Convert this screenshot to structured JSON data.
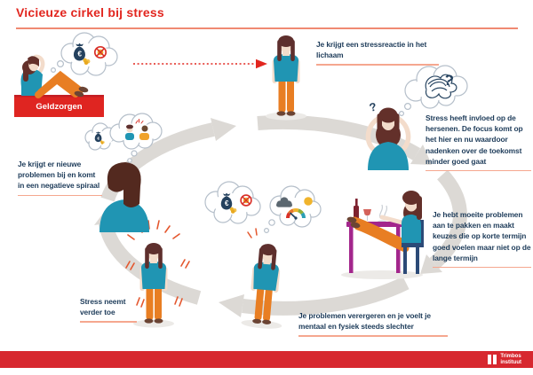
{
  "title": "Vicieuze cirkel bij stress",
  "trigger": {
    "label": "Geldzorgen"
  },
  "steps": {
    "stress_reaction": "Je krijgt een stressreactie in het lichaam",
    "brain_focus": "Stress heeft invloed op de hersenen. De focus komt op het hier en nu waardoor nadenken over de toekomst minder goed gaat",
    "short_term_choices": "Je hebt moeite problemen aan te pakken en maakt keuzes die op korte termijn goed voelen maar niet op de lange termijn",
    "problems_worsen": "Je problemen verergeren en je voelt je mentaal en fysiek steeds slechter",
    "stress_increases": "Stress neemt verder toe",
    "new_problems": "Je krijgt er nieuwe problemen bij en komt in een negatieve spiraal"
  },
  "glyphs": {
    "euro": "€",
    "question_mark": "?"
  },
  "icons": [
    "thought-bubble-icon",
    "money-bag-icon",
    "no-money-icon",
    "argument-icon",
    "tangled-thoughts-icon",
    "question-mark-icon",
    "cloud-icon",
    "sun-icon",
    "stress-gauge-icon",
    "wine-bottle-icon",
    "wine-glass-icon",
    "smoke-icon"
  ],
  "colors": {
    "accent_red": "#e2261f",
    "underline_salmon": "#f5a78f",
    "text_navy": "#1e3c5a",
    "shirt_teal": "#2095b3",
    "pants_orange": "#e87e23",
    "cycle_gray": "#dcd9d5",
    "table_magenta": "#a3268c",
    "footer_red": "#d7282f"
  },
  "footer": {
    "logo_line1": "Trimbos",
    "logo_line2": "instituut"
  }
}
